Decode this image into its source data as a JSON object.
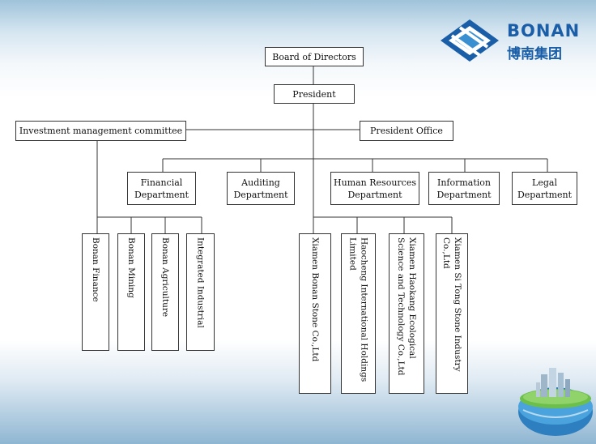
{
  "brand": {
    "name_en": "BONAN",
    "name_cn": "博南集团"
  },
  "org": {
    "board": "Board of Directors",
    "president": "President",
    "committee": "Investment management committee",
    "office": "President Office",
    "departments": [
      {
        "line1": "Financial",
        "line2": "Department"
      },
      {
        "line1": "Auditing",
        "line2": "Department"
      },
      {
        "line1": "Human Resources",
        "line2": "Department"
      },
      {
        "line1": "Information",
        "line2": "Department"
      },
      {
        "line1": "Legal",
        "line2": "Department"
      }
    ],
    "investment_units": [
      "Bonan Finance",
      "Bonan Mining",
      "Bonan Agriculture",
      "Integrated Industrial"
    ],
    "companies": [
      "Xiamen Bonan Stone Co.,Ltd",
      "Haocheng International Holdings Limited",
      "Xiamen Haokang Ecological Science and Technology Co.,Ltd",
      "Xiamen Si Tong Stone Industry Co.,Ltd"
    ]
  },
  "colors": {
    "brand_blue": "#1a5ea8",
    "line": "#333333"
  }
}
